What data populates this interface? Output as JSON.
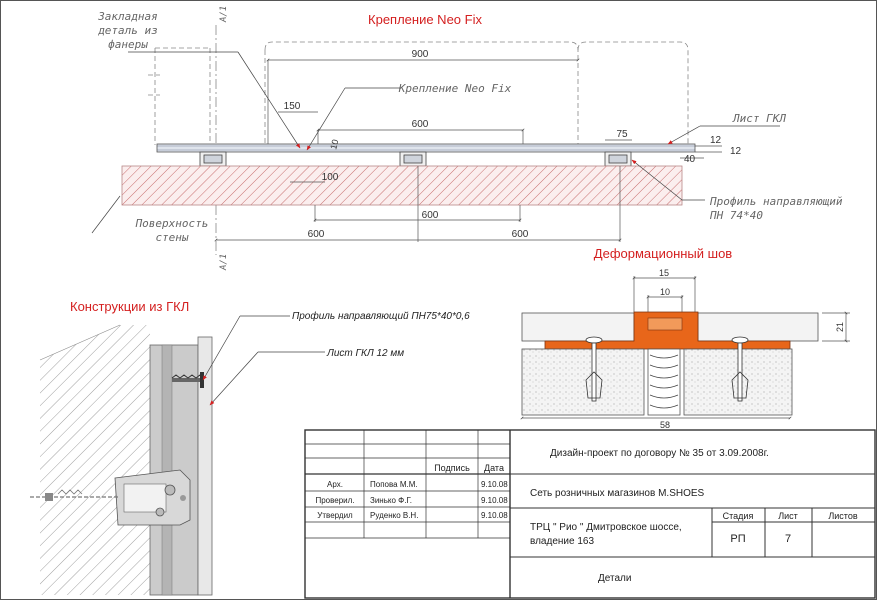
{
  "top_section": {
    "title": "Крепление Neo Fix",
    "label_mortgage_line1": "Закладная",
    "label_mortgage_line2": "деталь из",
    "label_mortgage_line3": "фанеры",
    "label_neofix": "Крепление Neo Fix",
    "label_gkl_sheet": "Лист ГКЛ",
    "label_profile_line1": "Профиль направляющий",
    "label_profile_line2": "ПН 74*40",
    "label_wall_line1": "Поверхность",
    "label_wall_line2": "стены",
    "axis_mark": "А/1",
    "dims": {
      "d900": "900",
      "d150": "150",
      "d600_top": "600",
      "d75": "75",
      "d12_a": "12",
      "d12_b": "12",
      "d40": "40",
      "d10": "10",
      "d100": "100",
      "d600_mid": "600",
      "d600_left": "600",
      "d600_right": "600"
    }
  },
  "gkl_section": {
    "title": "Конструкции из ГКЛ",
    "label_profile": "Профиль направляющий ПН75*40*0,6",
    "label_sheet": "Лист ГКЛ 12 мм"
  },
  "joint_section": {
    "title": "Деформационный шов",
    "d15": "15",
    "d10": "10",
    "d21": "21",
    "d58": "58"
  },
  "title_block": {
    "col_signature": "Подпись",
    "col_date": "Дата",
    "rows": [
      {
        "role": "Арх.",
        "name": "Попова М.М.",
        "date": "9.10.08"
      },
      {
        "role": "Проверил.",
        "name": "Зинько Ф.Г.",
        "date": "9.10.08"
      },
      {
        "role": "Утвердил",
        "name": "Руденко В.Н.",
        "date": "9.10.08"
      }
    ],
    "project": "Дизайн-проект по договору №   35   от   3.09.2008г.",
    "network": "Сеть розничных магазинов  M.SHOES",
    "address_line1": "ТРЦ \" Рио \" Дмитровское шоссе,",
    "address_line2": "владение 163",
    "stage_label": "Стадия",
    "sheet_label": "Лист",
    "sheets_label": "Листов",
    "stage": "РП",
    "sheet": "7",
    "sheets": "",
    "drawing_name": "Детали"
  },
  "colors": {
    "accent_red": "#d42020",
    "joint_orange": "#e8661a",
    "hatch": "#c86e6e"
  }
}
